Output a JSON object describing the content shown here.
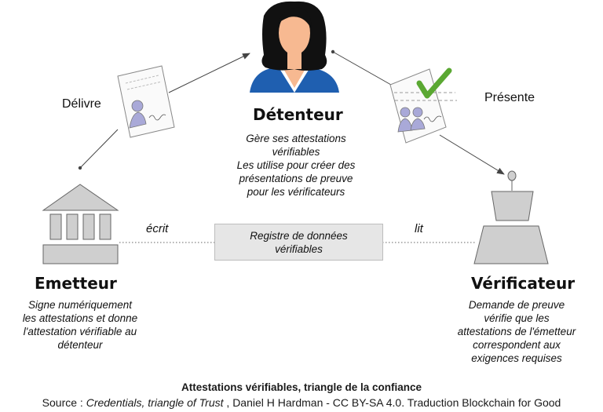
{
  "holder": {
    "title": "Détenteur",
    "desc": [
      "Gère ses attestations",
      "vérifiables",
      "Les utilise pour créer des",
      "présentations de preuve",
      "pour les vérificateurs"
    ]
  },
  "issuer": {
    "title": "Emetteur",
    "desc": [
      "Signe numériquement",
      "les attestations et donne",
      "l'attestation vérifiable au",
      "détenteur"
    ]
  },
  "verifier": {
    "title": "Vérificateur",
    "desc": [
      "Demande de preuve",
      "vérifie que les",
      "attestations de l'émetteur",
      "correspondent aux",
      "exigences requises"
    ]
  },
  "arrows": {
    "issues": "Délivre",
    "presents": "Présente",
    "writes": "écrit",
    "reads": "lit"
  },
  "registry": {
    "label": [
      "Registre de données",
      "vérifiables"
    ]
  },
  "caption": {
    "title": "Attestations vérifiables, triangle de la confiance",
    "source_prefix": "Source : ",
    "source_work": "Credentials, triangle of Trust",
    "source_rest": " , Daniel H Hardman - CC BY-SA 4.0. Traduction Blockchain for Good"
  },
  "colors": {
    "avatar_hair": "#111111",
    "avatar_skin": "#f7b991",
    "avatar_shirt": "#1f5fb0",
    "check": "#5aa832",
    "figure": "#a9a9d8",
    "building": "#cfcfcf"
  }
}
